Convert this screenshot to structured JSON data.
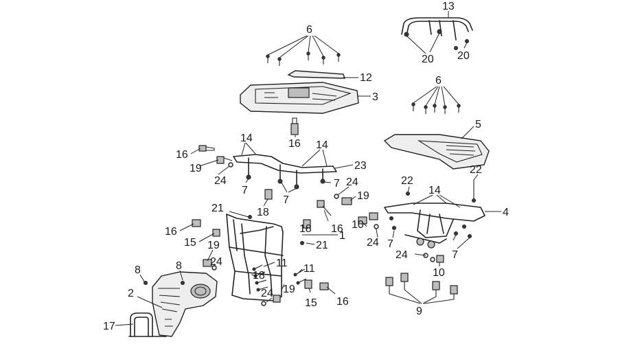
{
  "diagram": {
    "callouts": {
      "c13": "13",
      "c20a": "20",
      "c20b": "20",
      "c6a": "6",
      "c12": "12",
      "c3": "3",
      "c16a": "16",
      "c6b": "6",
      "c5": "5",
      "c14a": "14",
      "c14b": "14",
      "c23": "23",
      "c16b": "16",
      "c19a": "19",
      "c24a": "24",
      "c7a": "7",
      "c7b": "7",
      "c7c": "7",
      "c24b": "24",
      "c19b": "19",
      "c18a": "18",
      "c21a": "21",
      "c16c": "16",
      "c18b": "18",
      "c10a": "10",
      "c24c": "24",
      "c7d": "7",
      "c1": "1",
      "c21b": "21",
      "c22a": "22",
      "c22b": "22",
      "c14c": "14",
      "c4": "4",
      "c7e": "7",
      "c24d": "24",
      "c10b": "10",
      "c16d": "16",
      "c15a": "15",
      "c19c": "19",
      "c24e": "24",
      "c8a": "8",
      "c8b": "8",
      "c11a": "11",
      "c18c": "18",
      "c11b": "11",
      "c19d": "19",
      "c24f": "24",
      "c15b": "15",
      "c16e": "16",
      "c2": "2",
      "c17": "17",
      "c9": "9"
    }
  }
}
